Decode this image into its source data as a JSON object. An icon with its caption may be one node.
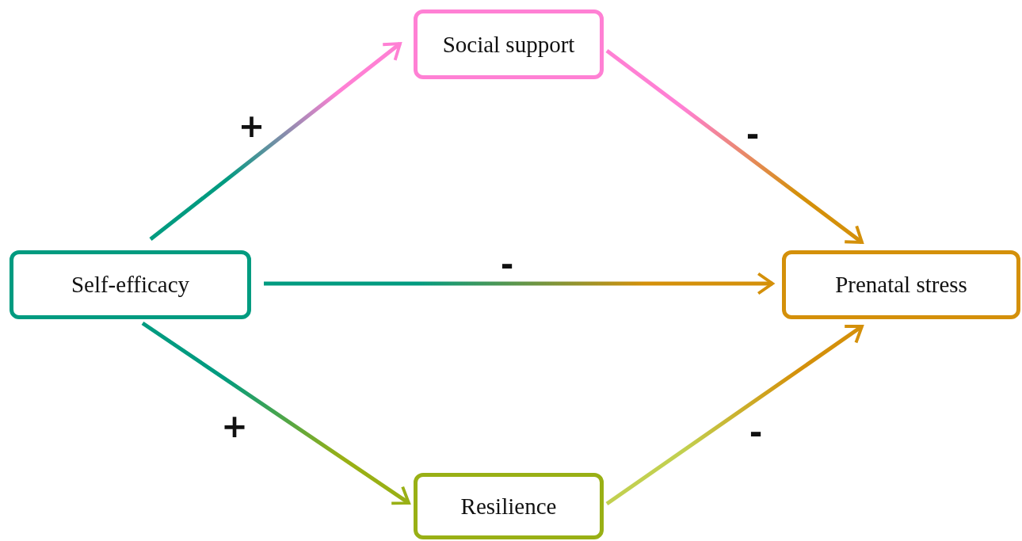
{
  "diagram": {
    "nodes": [
      {
        "text": [
          "Social support"
        ]
      },
      {
        "text": [
          "Self-efficacy"
        ]
      },
      {
        "text": [
          "Prenatal stress"
        ]
      },
      {
        "text": [
          "Resilience"
        ]
      }
    ],
    "edges": [
      {
        "from": 1,
        "to": 0,
        "arrow": "to",
        "label": "+"
      },
      {
        "from": 0,
        "to": 2,
        "arrow": "to",
        "label": "-"
      },
      {
        "from": 1,
        "to": 2,
        "arrow": "to",
        "label": "-"
      },
      {
        "from": 1,
        "to": 3,
        "arrow": "to",
        "label": "+"
      },
      {
        "from": 3,
        "to": 2,
        "arrow": "to",
        "label": "-"
      }
    ]
  }
}
